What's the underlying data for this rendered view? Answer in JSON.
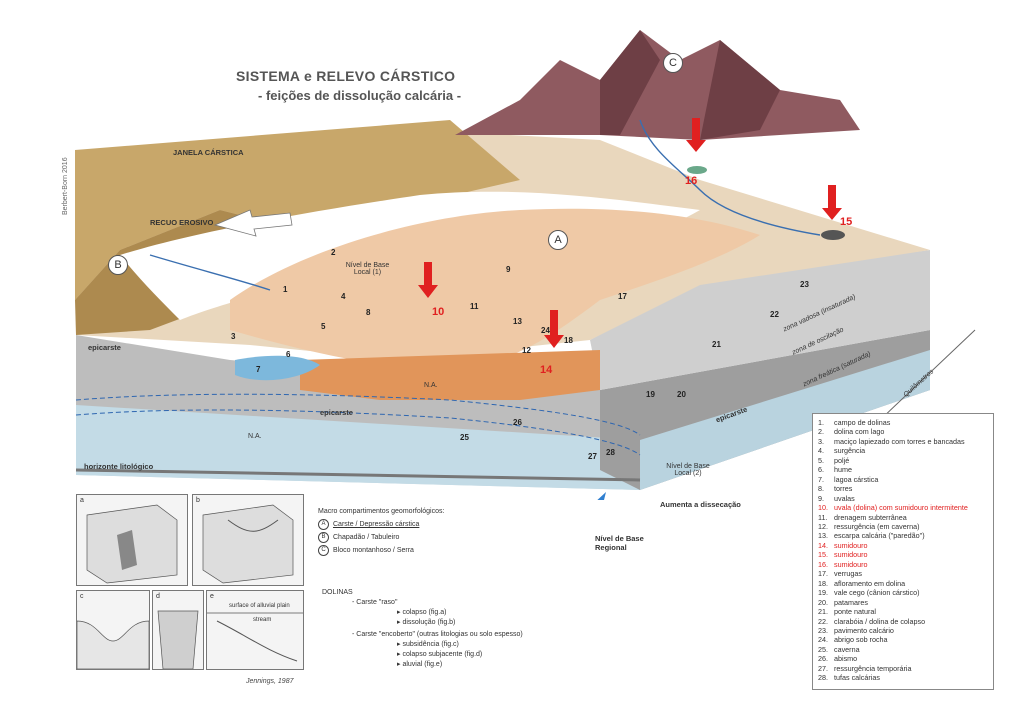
{
  "title": "SISTEMA e RELEVO CÁRSTICO",
  "subtitle": "- feições de dissolução calcária -",
  "credit_side": "Berbert-Born 2016",
  "diagram_labels": {
    "janela": "JANELA CÁRSTICA",
    "recuo": "RECUO EROSIVO",
    "nivel_local1": "Nível de Base Local (1)",
    "epicarste1": "epicarste",
    "epicarste2": "epicarste",
    "epicarste3": "epicarste",
    "na1": "N.A.",
    "na2": "N.A.",
    "horizonte": "horizonte litológico",
    "nivel_local2": "Nível de Base Local (2)",
    "nivel_regional": "Nível de Base Regional",
    "aumenta": "Aumenta a dissecação",
    "quilometros": "Quilômetros",
    "zona_vadosa": "zona vadosa (insaturada)",
    "zona_oscilacao": "zona de oscilação",
    "zona_freatica": "zona freática (saturada)",
    "A": "A",
    "B": "B",
    "C": "C"
  },
  "numbers_black": [
    "1",
    "2",
    "3",
    "4",
    "5",
    "6",
    "7",
    "8",
    "9",
    "11",
    "12",
    "13",
    "17",
    "18",
    "19",
    "20",
    "21",
    "22",
    "23",
    "24",
    "25",
    "26",
    "27",
    "28"
  ],
  "numbers_red": [
    "10",
    "14",
    "15",
    "16"
  ],
  "macro": {
    "heading": "Macro compartimentos geomorfológicos:",
    "items": [
      {
        "letter": "A",
        "text": "Carste / Depressão cárstica"
      },
      {
        "letter": "B",
        "text": "Chapadão / Tabuleiro"
      },
      {
        "letter": "C",
        "text": "Bloco montanhoso / Serra"
      }
    ]
  },
  "dolinas": {
    "heading": "DOLINAS",
    "raso": "- Carste \"raso\"",
    "raso_items": [
      "colapso (fig.a)",
      "dissolução (fig.b)"
    ],
    "encoberto": "- Carste \"encoberto\" (outras litologias ou solo espesso)",
    "encoberto_items": [
      "subsidência (fig.c)",
      "colapso subjacente (fig.d)",
      "aluvial (fig.e)"
    ]
  },
  "thumbs": {
    "a": "a",
    "b": "b",
    "c": "c",
    "d": "d",
    "e": "e",
    "e_text1": "surface of alluvial plain",
    "e_text2": "stream"
  },
  "thumb_credit": "Jennings, 1987",
  "legend": [
    {
      "n": "1.",
      "t": "campo de dolinas",
      "red": false
    },
    {
      "n": "2.",
      "t": "dolina com lago",
      "red": false
    },
    {
      "n": "3.",
      "t": "maciço lapiezado com torres e bancadas",
      "red": false
    },
    {
      "n": "4.",
      "t": "surgência",
      "red": false
    },
    {
      "n": "5.",
      "t": "poljé",
      "red": false
    },
    {
      "n": "6.",
      "t": "hume",
      "red": false
    },
    {
      "n": "7.",
      "t": "lagoa cárstica",
      "red": false
    },
    {
      "n": "8.",
      "t": "torres",
      "red": false
    },
    {
      "n": "9.",
      "t": "uvalas",
      "red": false
    },
    {
      "n": "10.",
      "t": "uvala (dolina) com sumidouro intermitente",
      "red": true
    },
    {
      "n": "11.",
      "t": "drenagem subterrânea",
      "red": false
    },
    {
      "n": "12.",
      "t": "ressurgência (em caverna)",
      "red": false
    },
    {
      "n": "13.",
      "t": "escarpa calcária (\"paredão\")",
      "red": false
    },
    {
      "n": "14.",
      "t": "sumidouro",
      "red": true
    },
    {
      "n": "15.",
      "t": "sumidouro",
      "red": true
    },
    {
      "n": "16.",
      "t": "sumidouro",
      "red": true
    },
    {
      "n": "17.",
      "t": "verrugas",
      "red": false
    },
    {
      "n": "18.",
      "t": "afloramento em dolina",
      "red": false
    },
    {
      "n": "19.",
      "t": "vale cego (cânion cárstico)",
      "red": false
    },
    {
      "n": "20.",
      "t": "patamares",
      "red": false
    },
    {
      "n": "21.",
      "t": "ponte natural",
      "red": false
    },
    {
      "n": "22.",
      "t": "clarabóia / dolina de colapso",
      "red": false
    },
    {
      "n": "23.",
      "t": "pavimento calcário",
      "red": false
    },
    {
      "n": "24.",
      "t": "abrigo sob rocha",
      "red": false
    },
    {
      "n": "25.",
      "t": "caverna",
      "red": false
    },
    {
      "n": "26.",
      "t": "abismo",
      "red": false
    },
    {
      "n": "27.",
      "t": "ressurgência temporária",
      "red": false
    },
    {
      "n": "28.",
      "t": "tufas calcárias",
      "red": false
    }
  ]
}
